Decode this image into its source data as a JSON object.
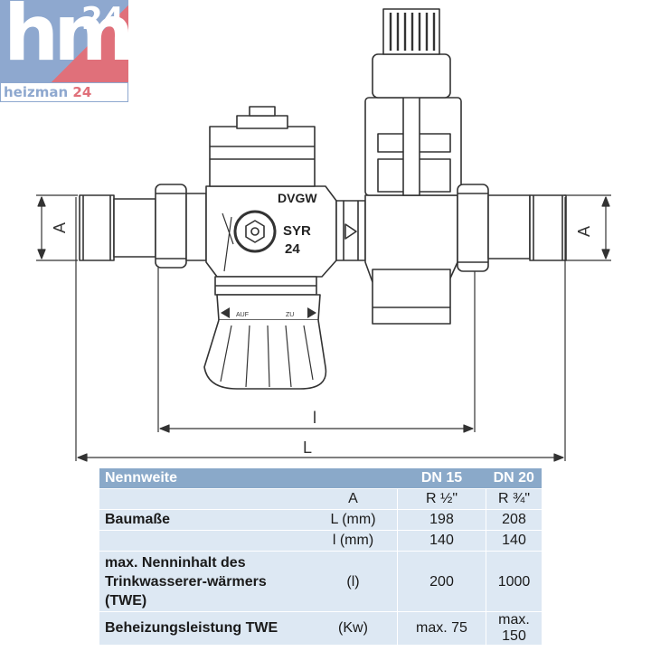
{
  "logo": {
    "mark": "hm",
    "number": "24",
    "subtitle_word": "heizman",
    "subtitle_number": "24"
  },
  "drawing": {
    "dim_A_left": "A",
    "dim_A_right": "A",
    "dim_l": "l",
    "dim_L": "L",
    "body_text_1": "DVGW",
    "body_text_2": "SYR",
    "body_text_3": "24",
    "ring_text_left": "AUF",
    "ring_text_right": "ZU"
  },
  "table": {
    "header": {
      "label": "Nennweite",
      "col_a": "DN 15",
      "col_b": "DN 20"
    },
    "rows": [
      {
        "label": "",
        "unit": "A",
        "a": "R ½\"",
        "b": "R ¾\""
      },
      {
        "label": "Baumaße",
        "unit": "L (mm)",
        "a": "198",
        "b": "208"
      },
      {
        "label": "",
        "unit": "l (mm)",
        "a": "140",
        "b": "140"
      },
      {
        "label": "max. Nenninhalt des Trinkwasserer-wärmers (TWE)",
        "unit": "(l)",
        "a": "200",
        "b": "1000"
      },
      {
        "label": "Beheizungsleistung TWE",
        "unit": "(Kw)",
        "a": "max. 75",
        "b": "max. 150"
      }
    ]
  },
  "colors": {
    "logo_blue": "#8ea8cf",
    "logo_red": "#e0707a",
    "table_header": "#8aa9c9",
    "table_row": "#dde8f3"
  }
}
